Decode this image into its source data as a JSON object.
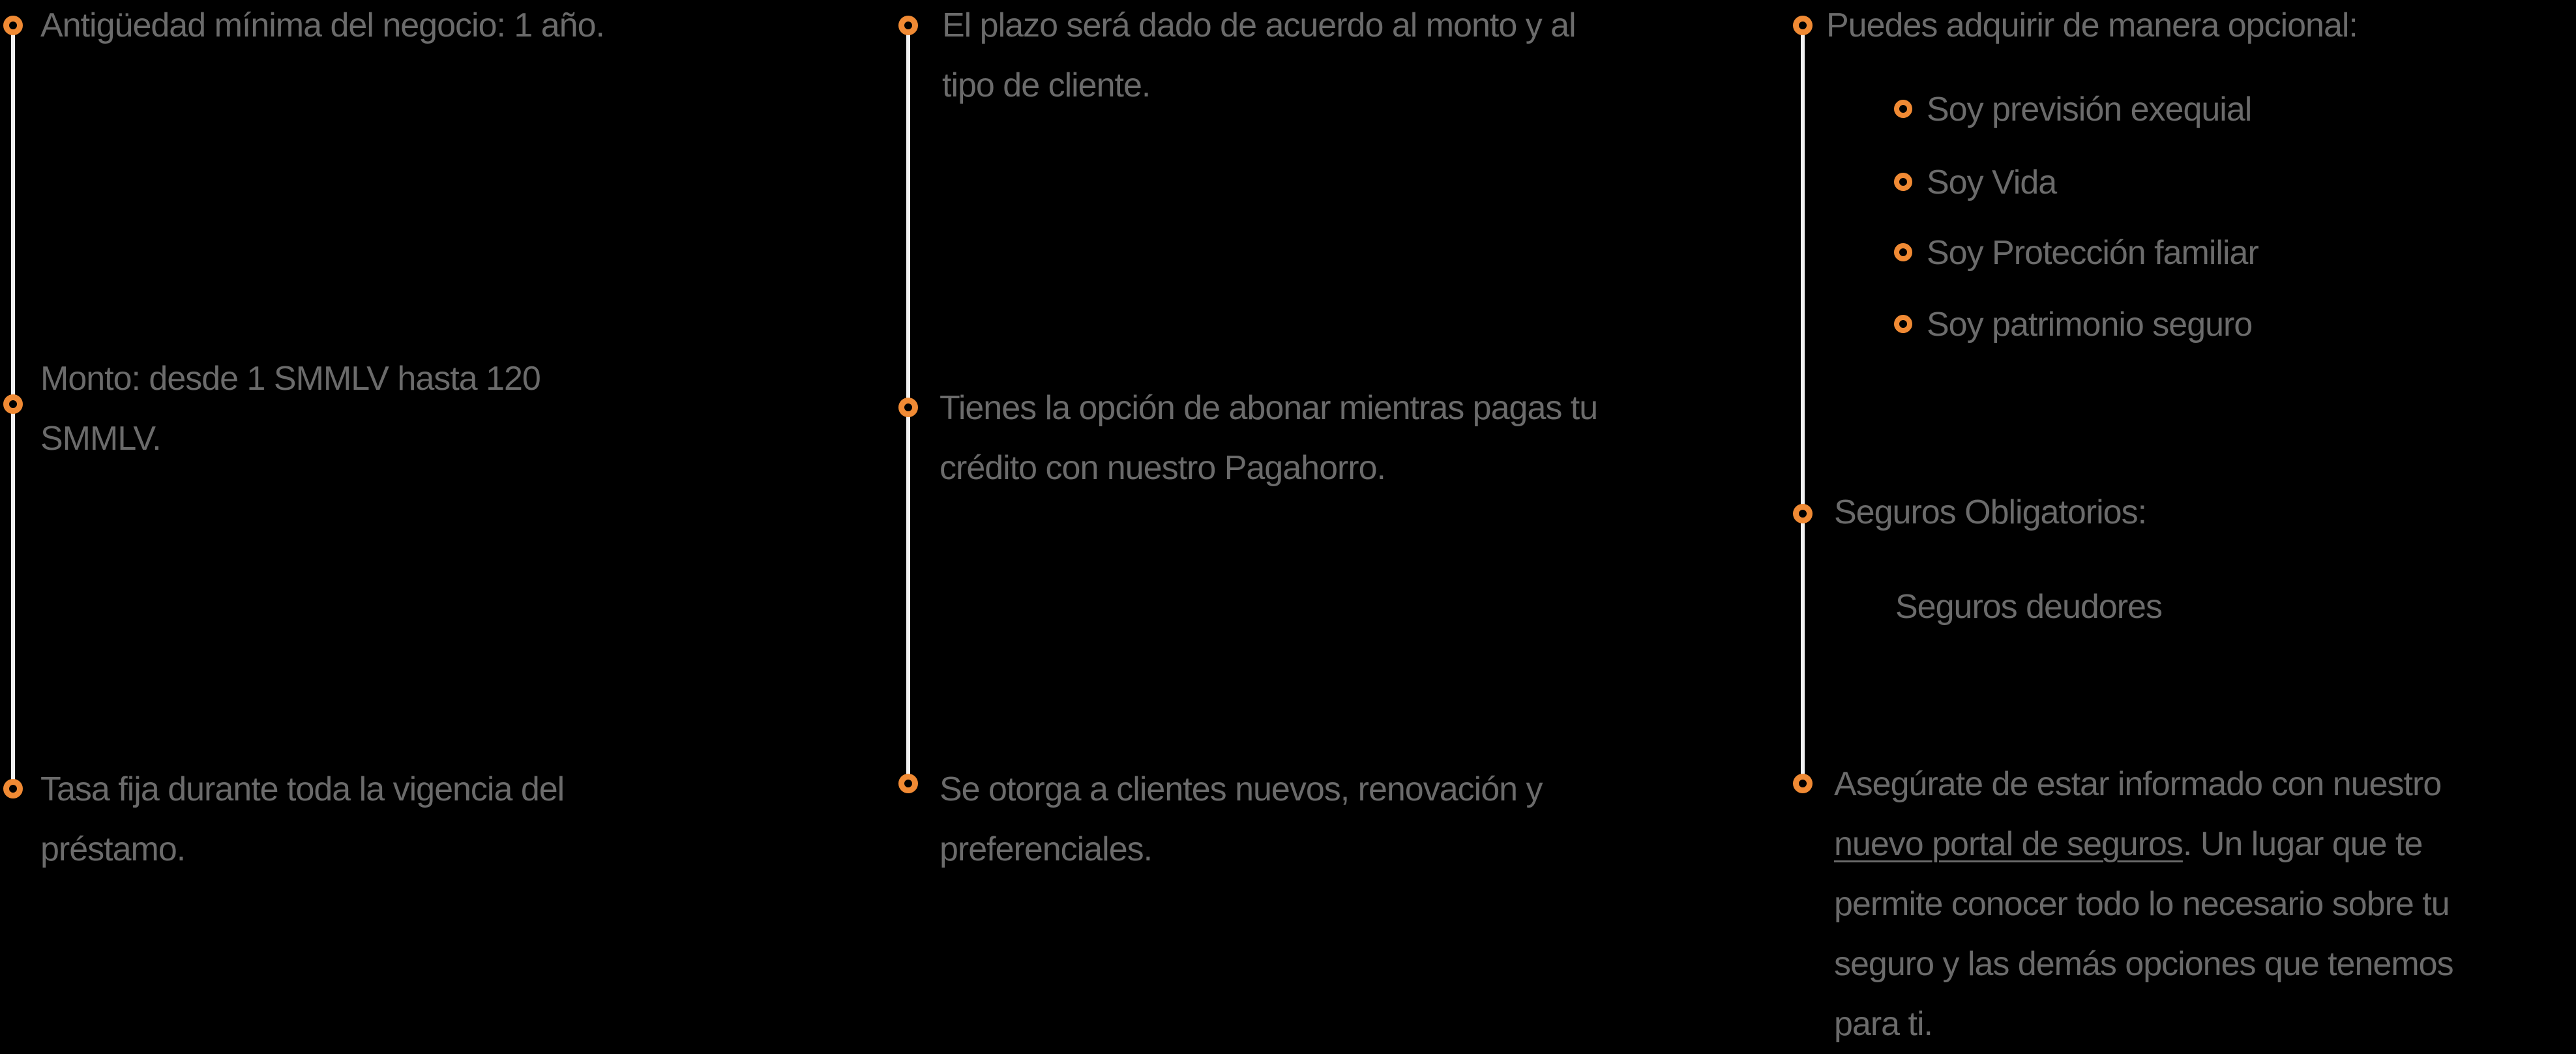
{
  "accent_color": "#f08a34",
  "timeline_color": "#f2f2f2",
  "text_color": "#6b6b6b",
  "background_color": "#000000",
  "columns": [
    {
      "items": [
        {
          "text": "Antigüedad mínima del negocio: 1 año."
        },
        {
          "text": "Monto: desde 1 SMMLV hasta 120 SMMLV."
        },
        {
          "text": "Tasa fija durante toda la vigencia del préstamo."
        }
      ]
    },
    {
      "items": [
        {
          "text": "El plazo será dado de acuerdo al monto y al tipo de cliente."
        },
        {
          "text": "Tienes la opción de abonar mientras pagas tu crédito con nuestro Pagahorro."
        },
        {
          "text": "Se otorga a clientes nuevos, renovación y preferenciales."
        }
      ]
    },
    {
      "items": [
        {
          "text": "Puedes adquirir de manera opcional:",
          "subitems": [
            {
              "text": "Soy previsión exequial"
            },
            {
              "text": "Soy Vida"
            },
            {
              "text": "Soy Protección familiar"
            },
            {
              "text": "Soy patrimonio seguro"
            }
          ]
        },
        {
          "text": "Seguros Obligatorios:",
          "detail": "Seguros deudores"
        },
        {
          "text_before": "Asegúrate de estar informado con nuestro ",
          "link": "nuevo portal de seguros",
          "text_after": ". Un lugar que te permite conocer todo lo necesario sobre tu seguro y las demás opciones que tenemos para ti."
        }
      ]
    }
  ]
}
